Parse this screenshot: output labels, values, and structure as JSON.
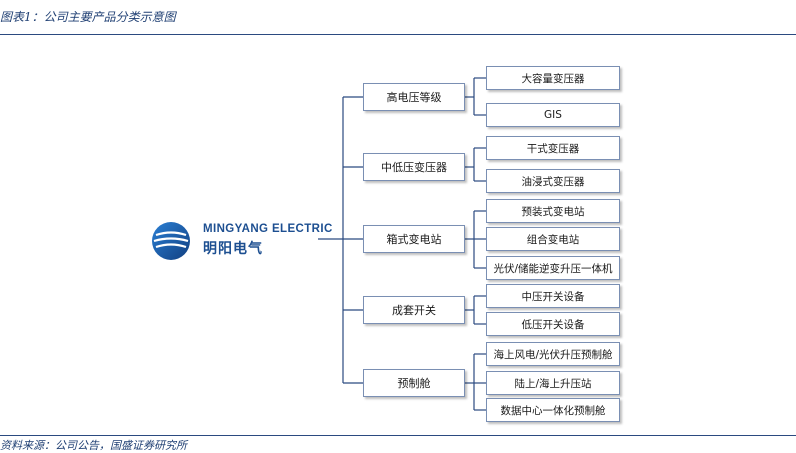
{
  "header": {
    "figure_title": "图表1：公司主要产品分类示意图"
  },
  "footer": {
    "source": "资料来源：公司公告，国盛证券研究所"
  },
  "logo": {
    "english": "MINGYANG ELECTRIC",
    "chinese": "明阳电气"
  },
  "categories": [
    {
      "label": "高电压等级",
      "children": [
        "大容量变压器",
        "GIS"
      ]
    },
    {
      "label": "中低压变压器",
      "children": [
        "干式变压器",
        "油浸式变压器"
      ]
    },
    {
      "label": "箱式变电站",
      "children": [
        "预装式变电站",
        "组合变电站",
        "光伏/储能逆变升压一体机"
      ]
    },
    {
      "label": "成套开关",
      "children": [
        "中压开关设备",
        "低压开关设备"
      ]
    },
    {
      "label": "预制舱",
      "children": [
        "海上风电/光伏升压预制舱",
        "陆上/海上升压站",
        "数据中心一体化预制舱"
      ]
    }
  ],
  "colors": {
    "line": "#2b4a80",
    "box_border": "#7a8fb3",
    "logo_blue": "#1d4f91"
  }
}
